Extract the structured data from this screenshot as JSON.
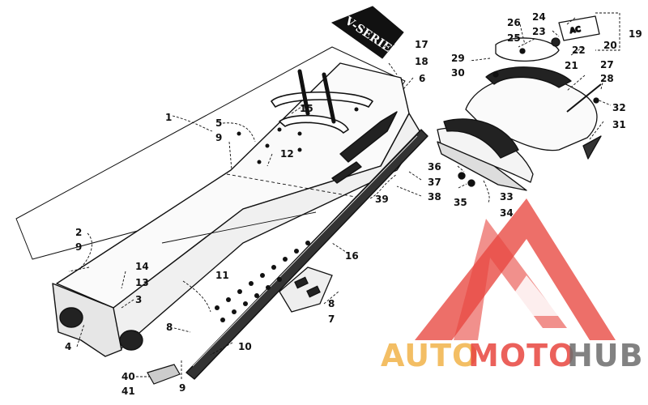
{
  "callouts": [
    {
      "id": "c1",
      "label": "1"
    },
    {
      "id": "c2",
      "label": "2"
    },
    {
      "id": "c3",
      "label": "3"
    },
    {
      "id": "c4",
      "label": "4"
    },
    {
      "id": "c5",
      "label": "5"
    },
    {
      "id": "c6",
      "label": "6"
    },
    {
      "id": "c7",
      "label": "7"
    },
    {
      "id": "c8a",
      "label": "8"
    },
    {
      "id": "c8b",
      "label": "8"
    },
    {
      "id": "c9a",
      "label": "9"
    },
    {
      "id": "c9b",
      "label": "9"
    },
    {
      "id": "c9c",
      "label": "9"
    },
    {
      "id": "c10",
      "label": "10"
    },
    {
      "id": "c11",
      "label": "11"
    },
    {
      "id": "c12",
      "label": "12"
    },
    {
      "id": "c13",
      "label": "13"
    },
    {
      "id": "c14",
      "label": "14"
    },
    {
      "id": "c15",
      "label": "15"
    },
    {
      "id": "c16",
      "label": "16"
    },
    {
      "id": "c17",
      "label": "17"
    },
    {
      "id": "c18",
      "label": "18"
    },
    {
      "id": "c19",
      "label": "19"
    },
    {
      "id": "c20",
      "label": "20"
    },
    {
      "id": "c21",
      "label": "21"
    },
    {
      "id": "c22",
      "label": "22"
    },
    {
      "id": "c23",
      "label": "23"
    },
    {
      "id": "c24",
      "label": "24"
    },
    {
      "id": "c25",
      "label": "25"
    },
    {
      "id": "c26",
      "label": "26"
    },
    {
      "id": "c27",
      "label": "27"
    },
    {
      "id": "c28",
      "label": "28"
    },
    {
      "id": "c29",
      "label": "29"
    },
    {
      "id": "c30",
      "label": "30"
    },
    {
      "id": "c31",
      "label": "31"
    },
    {
      "id": "c32",
      "label": "32"
    },
    {
      "id": "c33",
      "label": "33"
    },
    {
      "id": "c34",
      "label": "34"
    },
    {
      "id": "c35",
      "label": "35"
    },
    {
      "id": "c36",
      "label": "36"
    },
    {
      "id": "c37",
      "label": "37"
    },
    {
      "id": "c38",
      "label": "38"
    },
    {
      "id": "c39",
      "label": "39"
    },
    {
      "id": "c40",
      "label": "40"
    },
    {
      "id": "c41",
      "label": "41"
    }
  ],
  "parts": {
    "plate_text": "V-SERIES",
    "taillight_badge": "AC"
  },
  "watermark": {
    "brand_auto": "AUTO",
    "brand_moto": "MOTO",
    "brand_hub": "HUB",
    "color_primary": "#e8463f",
    "color_secondary": "#f2b34a",
    "color_hub": "#6d6d6d"
  }
}
